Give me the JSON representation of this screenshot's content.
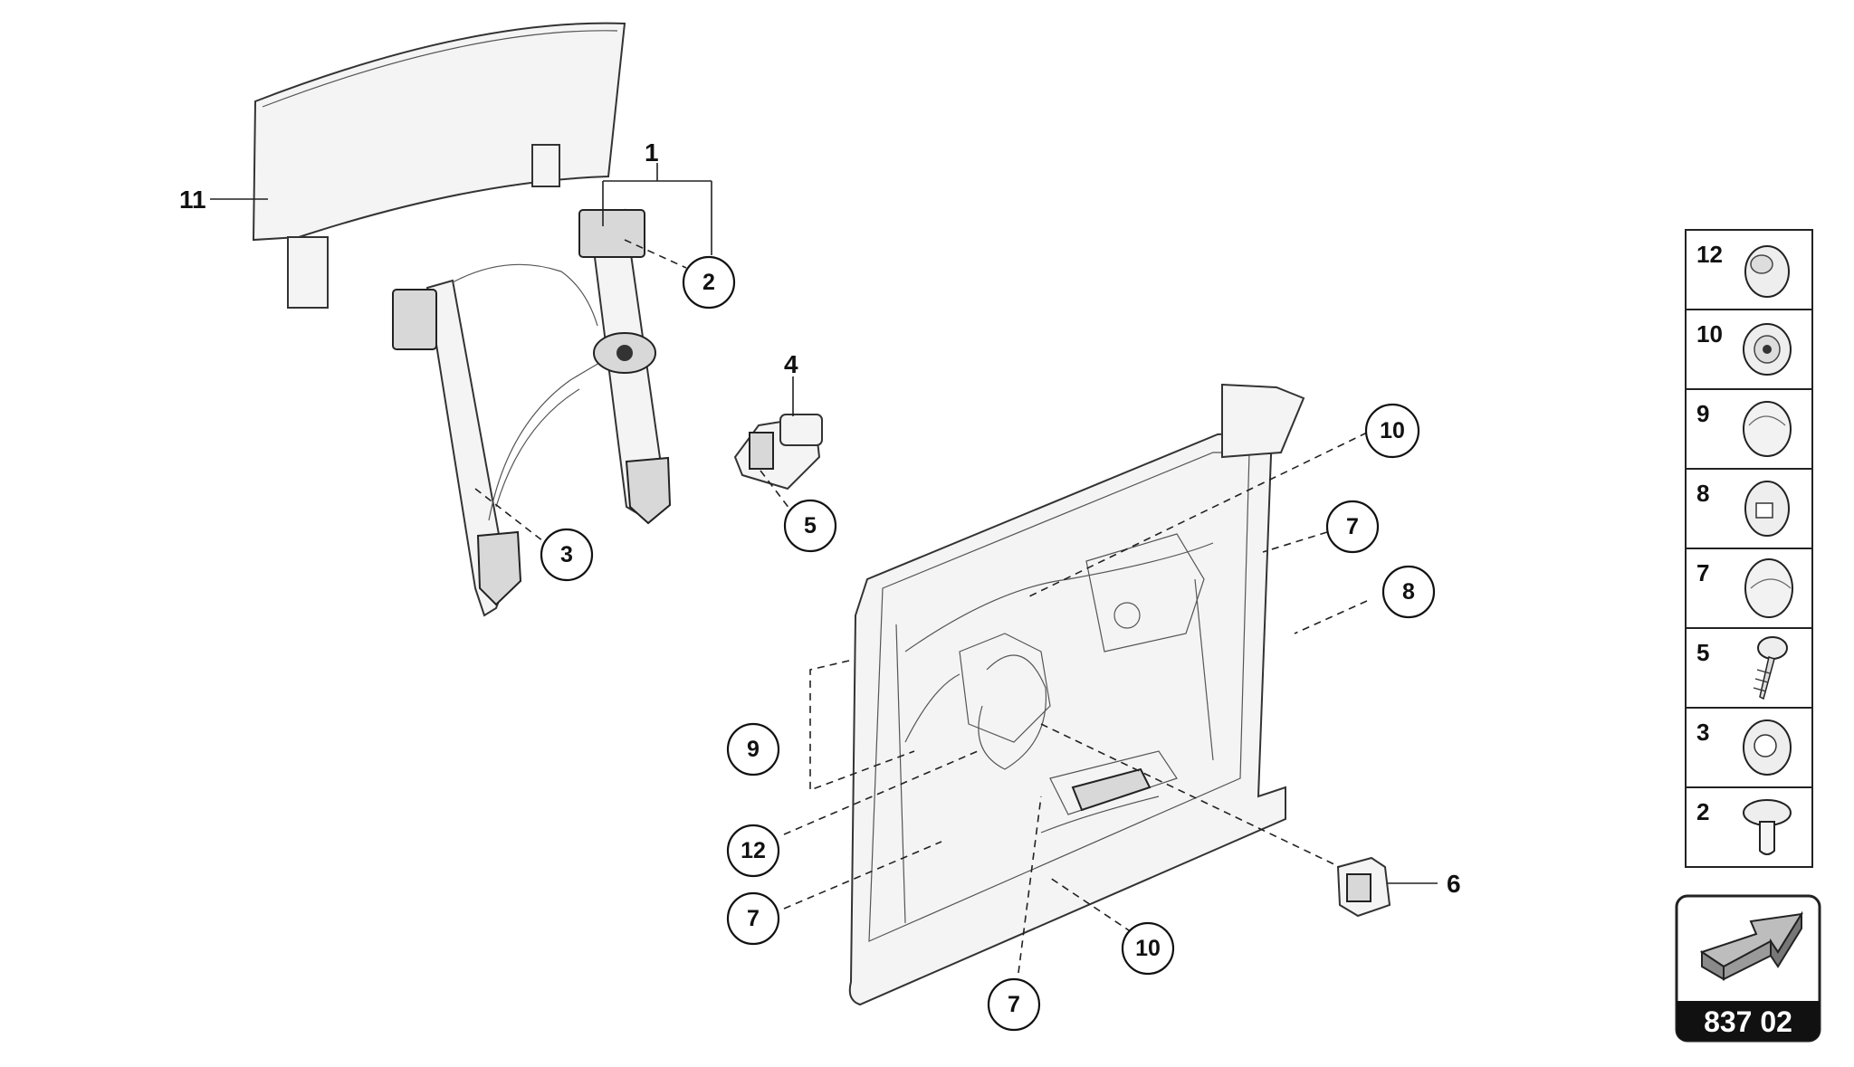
{
  "callouts": {
    "c1": "1",
    "c2": "2",
    "c3": "3",
    "c4": "4",
    "c5": "5",
    "c6": "6",
    "c7a": "7",
    "c7b": "7",
    "c7c": "7",
    "c8": "8",
    "c9": "9",
    "c10a": "10",
    "c10b": "10",
    "c11": "11",
    "c12": "12"
  },
  "legend": {
    "items": [
      "12",
      "10",
      "9",
      "8",
      "7",
      "5",
      "3",
      "2"
    ]
  },
  "reference": {
    "code": "837 02",
    "icon": "arrow-icon"
  }
}
